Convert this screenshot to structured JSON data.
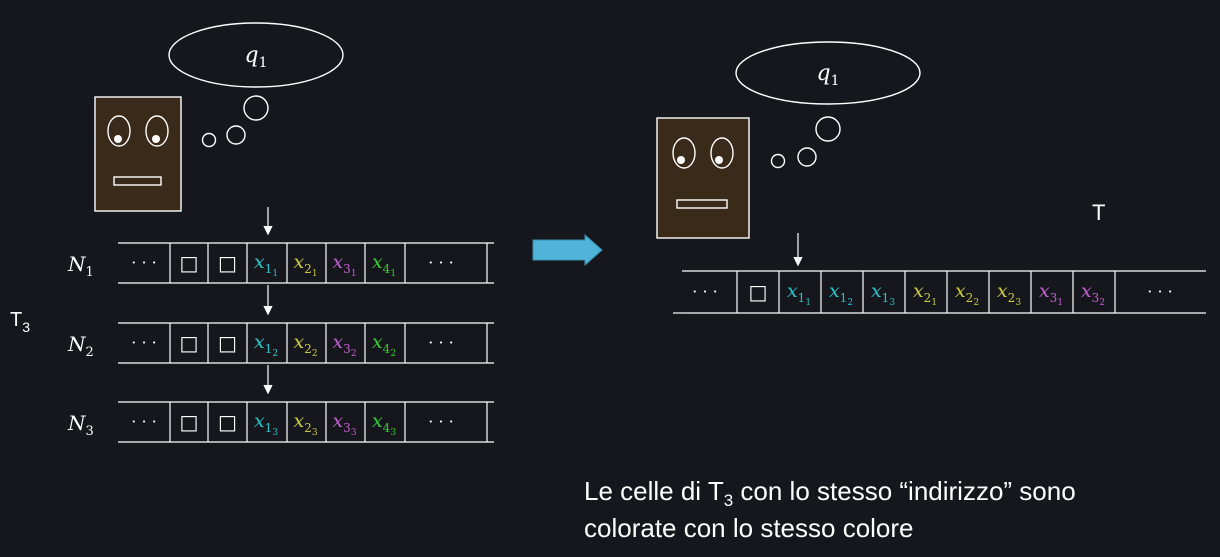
{
  "colors": {
    "background": "#15171d",
    "line": "#ffffff",
    "head_fill": "#3a2a1a",
    "arrow_fill": "#4fb4d8",
    "x1": "#22c4c9",
    "x2": "#c9c93a",
    "x3": "#c25fcf",
    "x4": "#2ccf2c"
  },
  "left": {
    "state_label": "q",
    "state_sub": "1",
    "tape_group_label": "T",
    "tape_group_sub": "3",
    "tapes": [
      {
        "name": "N",
        "name_sub": "1",
        "cells": [
          {
            "kind": "dots",
            "text": "· · ·"
          },
          {
            "kind": "blank",
            "text": "□"
          },
          {
            "kind": "blank",
            "text": "□"
          },
          {
            "kind": "var",
            "base": "x",
            "sub": "1",
            "subsub": "1",
            "color": "x1"
          },
          {
            "kind": "var",
            "base": "x",
            "sub": "2",
            "subsub": "1",
            "color": "x2"
          },
          {
            "kind": "var",
            "base": "x",
            "sub": "3",
            "subsub": "1",
            "color": "x3"
          },
          {
            "kind": "var",
            "base": "x",
            "sub": "4",
            "subsub": "1",
            "color": "x4"
          },
          {
            "kind": "dots",
            "text": "· · ·"
          }
        ]
      },
      {
        "name": "N",
        "name_sub": "2",
        "cells": [
          {
            "kind": "dots",
            "text": "· · ·"
          },
          {
            "kind": "blank",
            "text": "□"
          },
          {
            "kind": "blank",
            "text": "□"
          },
          {
            "kind": "var",
            "base": "x",
            "sub": "1",
            "subsub": "2",
            "color": "x1"
          },
          {
            "kind": "var",
            "base": "x",
            "sub": "2",
            "subsub": "2",
            "color": "x2"
          },
          {
            "kind": "var",
            "base": "x",
            "sub": "3",
            "subsub": "2",
            "color": "x3"
          },
          {
            "kind": "var",
            "base": "x",
            "sub": "4",
            "subsub": "2",
            "color": "x4"
          },
          {
            "kind": "dots",
            "text": "· · ·"
          }
        ]
      },
      {
        "name": "N",
        "name_sub": "3",
        "cells": [
          {
            "kind": "dots",
            "text": "· · ·"
          },
          {
            "kind": "blank",
            "text": "□"
          },
          {
            "kind": "blank",
            "text": "□"
          },
          {
            "kind": "var",
            "base": "x",
            "sub": "1",
            "subsub": "3",
            "color": "x1"
          },
          {
            "kind": "var",
            "base": "x",
            "sub": "2",
            "subsub": "3",
            "color": "x2"
          },
          {
            "kind": "var",
            "base": "x",
            "sub": "3",
            "subsub": "3",
            "color": "x3"
          },
          {
            "kind": "var",
            "base": "x",
            "sub": "4",
            "subsub": "3",
            "color": "x4"
          },
          {
            "kind": "dots",
            "text": "· · ·"
          }
        ]
      }
    ]
  },
  "right": {
    "state_label": "q",
    "state_sub": "1",
    "tape_label": "T",
    "tape": {
      "cells": [
        {
          "kind": "dots",
          "text": "· · ·"
        },
        {
          "kind": "blank",
          "text": "□"
        },
        {
          "kind": "var",
          "base": "x",
          "sub": "1",
          "subsub": "1",
          "color": "x1"
        },
        {
          "kind": "var",
          "base": "x",
          "sub": "1",
          "subsub": "2",
          "color": "x1"
        },
        {
          "kind": "var",
          "base": "x",
          "sub": "1",
          "subsub": "3",
          "color": "x1"
        },
        {
          "kind": "var",
          "base": "x",
          "sub": "2",
          "subsub": "1",
          "color": "x2"
        },
        {
          "kind": "var",
          "base": "x",
          "sub": "2",
          "subsub": "2",
          "color": "x2"
        },
        {
          "kind": "var",
          "base": "x",
          "sub": "2",
          "subsub": "3",
          "color": "x2"
        },
        {
          "kind": "var",
          "base": "x",
          "sub": "3",
          "subsub": "1",
          "color": "x3"
        },
        {
          "kind": "var",
          "base": "x",
          "sub": "3",
          "subsub": "2",
          "color": "x3"
        },
        {
          "kind": "dots",
          "text": "· · ·"
        }
      ]
    }
  },
  "caption": {
    "line1_before": "Le celle di T",
    "line1_sub": "3",
    "line1_after": " con lo stesso “indirizzo” sono",
    "line2": "colorate con lo stesso colore"
  }
}
